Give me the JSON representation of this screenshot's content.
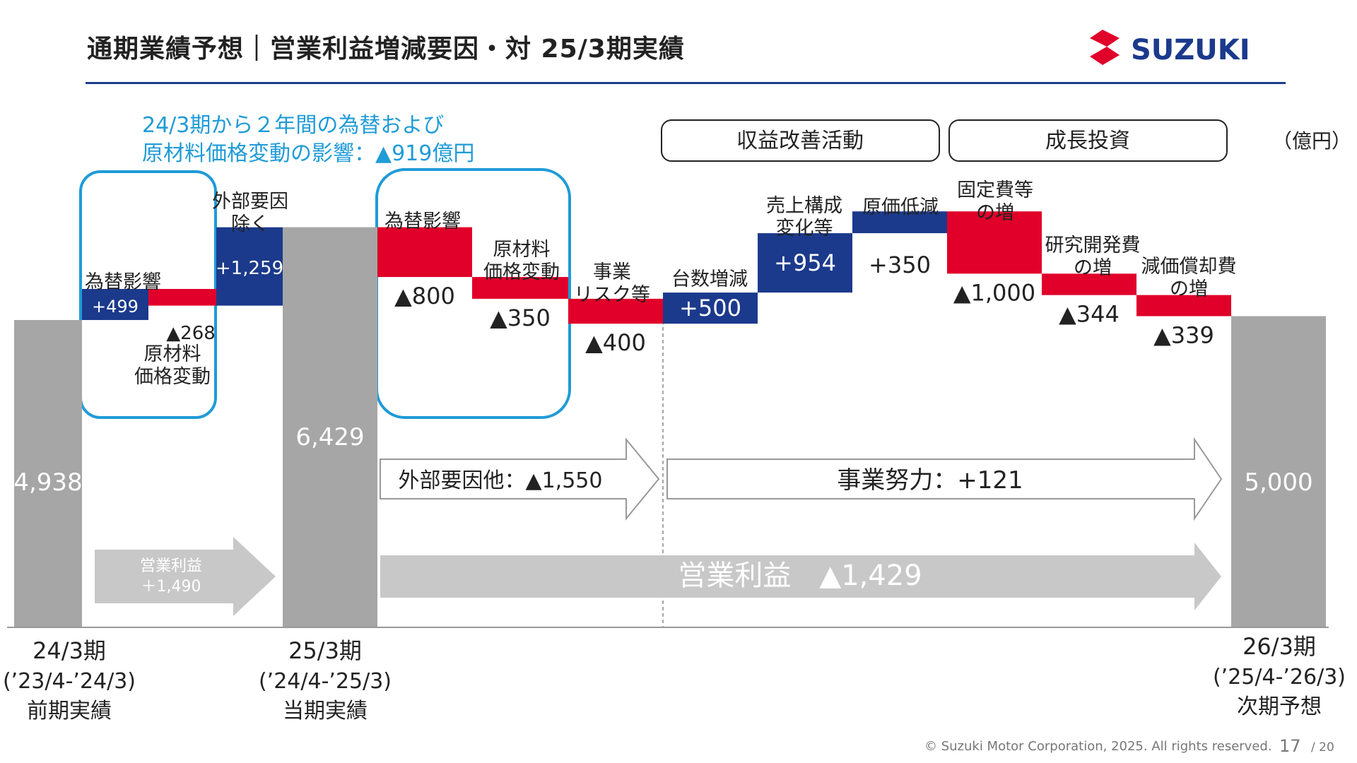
{
  "header": {
    "title": "通期業績予想｜営業利益増減要因・対 25/3期実績",
    "logo_text": "SUZUKI",
    "unit": "（億円）"
  },
  "footer": {
    "copyright": "© Suzuki Motor Corporation, 2025. All rights reserved.",
    "page": "17",
    "total": "/ 20"
  },
  "colors": {
    "increase": "#1b3a8c",
    "decrease": "#e0002a",
    "total_bar": "#a6a6a6",
    "box_border": "#1f9bd7",
    "title_rule": "#1e3c8c",
    "logo_red": "#e0002a",
    "logo_blue": "#1b3a8c"
  },
  "annotations": {
    "fx_note_line1": "24/3期から２年間の為替および",
    "fx_note_line2": "原材料価格変動の影響：▲919億円",
    "profit_improvement": "収益改善活動",
    "growth_investment": "成長投資",
    "arrow_prev": [
      "営業利益",
      "＋1,490"
    ],
    "arrow_external": "外部要因他：▲1,550",
    "arrow_effort": "事業努力：+121",
    "arrow_total": "営業利益　▲1,429"
  },
  "chart_data": {
    "type": "waterfall",
    "unit": "億円",
    "ylim": [
      0,
      6700
    ],
    "bars": [
      {
        "kind": "total",
        "value": 4938,
        "label": "4,938",
        "name": ""
      },
      {
        "kind": "delta",
        "value": 499,
        "label": "+499",
        "name": "為替影響"
      },
      {
        "kind": "delta",
        "value": -268,
        "label": "▲268",
        "name": "原材料\n価格変動"
      },
      {
        "kind": "delta",
        "value": 1259,
        "label": "+1,259",
        "name": "外部要因\n除く"
      },
      {
        "kind": "total",
        "value": 6429,
        "label": "6,429",
        "name": ""
      },
      {
        "kind": "delta",
        "value": -800,
        "label": "▲800",
        "name": "為替影響"
      },
      {
        "kind": "delta",
        "value": -350,
        "label": "▲350",
        "name": "原材料\n価格変動"
      },
      {
        "kind": "delta",
        "value": -400,
        "label": "▲400",
        "name": "事業\nリスク等"
      },
      {
        "kind": "delta",
        "value": 500,
        "label": "+500",
        "name": "台数増減"
      },
      {
        "kind": "delta",
        "value": 954,
        "label": "+954",
        "name": "売上構成\n変化等"
      },
      {
        "kind": "delta",
        "value": 350,
        "label": "+350",
        "name": "原価低減"
      },
      {
        "kind": "delta",
        "value": -1000,
        "label": "▲1,000",
        "name": "固定費等\nの増"
      },
      {
        "kind": "delta",
        "value": -344,
        "label": "▲344",
        "name": "研究開発費\nの増"
      },
      {
        "kind": "delta",
        "value": -339,
        "label": "▲339",
        "name": "減価償却費\nの増"
      },
      {
        "kind": "total",
        "value": 5000,
        "label": "5,000",
        "name": ""
      }
    ],
    "periods": [
      {
        "period": "24/3期",
        "range": "(’23/4-’24/3)",
        "status": "前期実績"
      },
      {
        "period": "25/3期",
        "range": "(’24/4-’25/3)",
        "status": "当期実績"
      },
      {
        "period": "26/3期",
        "range": "(’25/4-’26/3)",
        "status": "次期予想"
      }
    ]
  }
}
